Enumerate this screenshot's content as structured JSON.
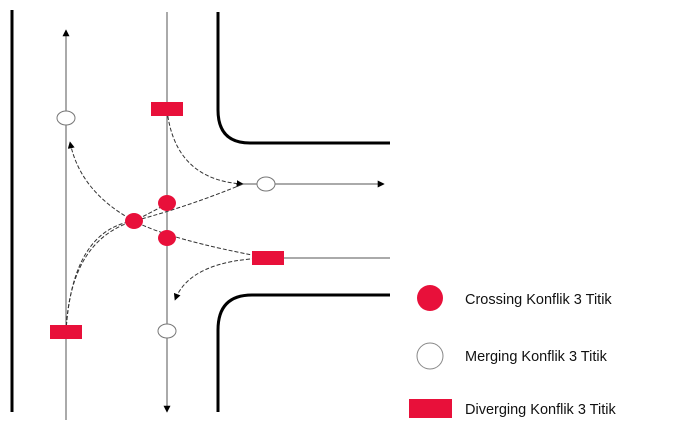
{
  "legend": {
    "crossing_label": "Crossing Konflik 3 Titik",
    "merging_label": "Merging Konflik 3 Titik",
    "diverging_label": "Diverging Konflik 3 Titik"
  },
  "colors": {
    "conflict_red": "#e8103a",
    "road_edge": "#000000",
    "lane_line": "#555555",
    "background": "#ffffff"
  },
  "counts": {
    "crossing_points": 3,
    "merging_points": 3,
    "diverging_points": 3
  }
}
